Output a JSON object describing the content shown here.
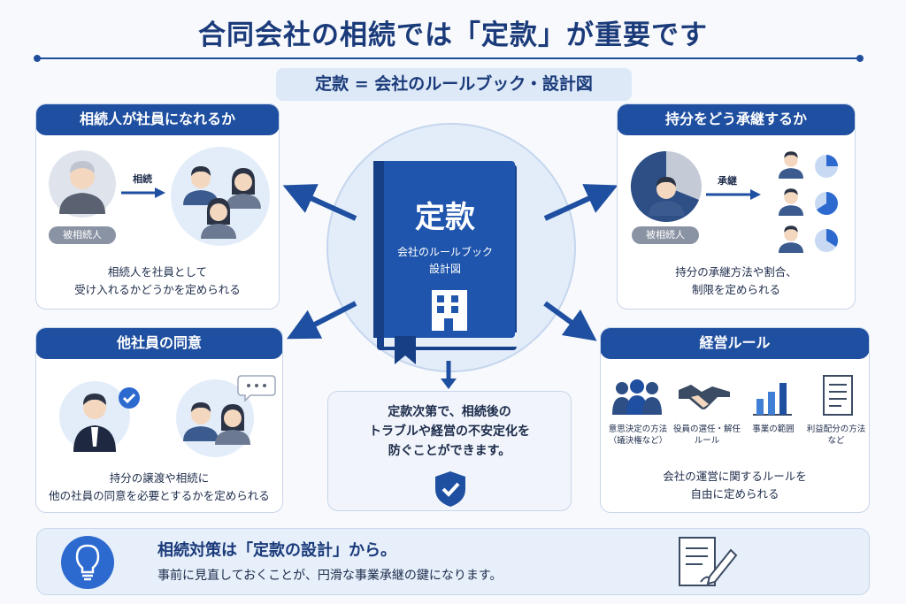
{
  "title": "合同会社の相続では「定款」が重要です",
  "subtitle": "定款 = 会社のルールブック・設計図",
  "center": {
    "book_title": "定款",
    "book_sub1": "会社のルールブック",
    "book_sub2": "設計図",
    "note_line1": "定款次第で、相続後の",
    "note_line2": "トラブルや経営の不安定化を",
    "note_line3": "防ぐことができます。"
  },
  "cards": {
    "heir": {
      "title": "相続人が社員になれるか",
      "arrow_label": "相続",
      "tag": "被相続人",
      "text1": "相続人を社員として",
      "text2": "受け入れるかどうかを定められる"
    },
    "share": {
      "title": "持分をどう承継するか",
      "arrow_label": "承継",
      "tag": "被相続人",
      "text1": "持分の承継方法や割合、",
      "text2": "制限を定められる"
    },
    "consent": {
      "title": "他社員の同意",
      "text1": "持分の譲渡や相続に",
      "text2": "他の社員の同意を必要とするかを定められる"
    },
    "rules": {
      "title": "経営ルール",
      "item1_line1": "意思決定の方法",
      "item1_line2": "（議決権など）",
      "item2_line1": "役員の選任・解任",
      "item2_line2": "ルール",
      "item3_line1": "事業の範囲",
      "item4_line1": "利益配分の方法",
      "item4_line2": "など",
      "text1": "会社の運営に関するルールを",
      "text2": "自由に定められる"
    }
  },
  "bottom": {
    "line1": "相続対策は「定款の設計」から。",
    "line2": "事前に見直しておくことが、円滑な事業承継の鍵になります。"
  },
  "colors": {
    "navy": "#1f4fa0",
    "accent": "#3f7fd6",
    "light": "#dde9f7",
    "grey": "#8a93a3"
  },
  "icons": [
    "elder-person-icon",
    "family-icon",
    "pie-chart-icon",
    "checkmark-icon",
    "speech-bubble-icon",
    "team-icon",
    "handshake-icon",
    "bar-chart-icon",
    "document-icon",
    "shield-check-icon",
    "lightbulb-icon",
    "pen-document-icon",
    "building-icon"
  ]
}
